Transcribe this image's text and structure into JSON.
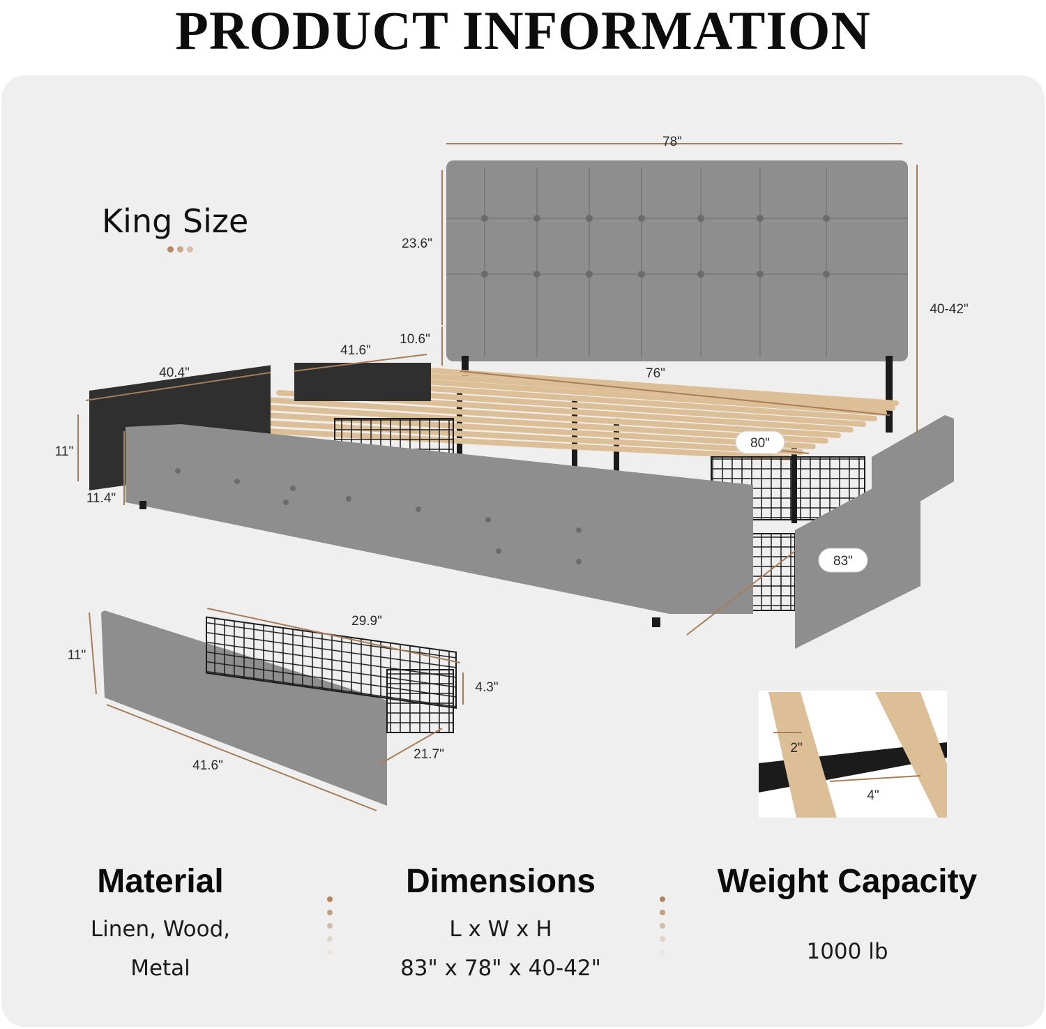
{
  "title": "PRODUCT INFORMATION",
  "size_label": "King Size",
  "dimensions": {
    "headboard_width": "78\"",
    "headboard_height": "23.6\"",
    "total_height": "40-42\"",
    "clearance": "10.6\"",
    "side_rail_1": "40.4\"",
    "side_rail_2": "41.6\"",
    "frame_width": "76\"",
    "inner_length": "80\"",
    "total_length": "83\"",
    "side_height": "11\"",
    "leg_height": "11.4\"",
    "drawer_depth": "29.9\"",
    "drawer_panel_height": "11\"",
    "drawer_basket_height": "4.3\"",
    "drawer_width": "21.7\"",
    "drawer_panel_length": "41.6\"",
    "slat_width": "2\"",
    "slat_gap": "4\""
  },
  "specs": {
    "material": {
      "heading": "Material",
      "line1": "Linen, Wood,",
      "line2": "Metal"
    },
    "dimensions": {
      "heading": "Dimensions",
      "line1": "L x W x H",
      "line2": "83\" x 78\" x 40-42\""
    },
    "weight": {
      "heading": "Weight Capacity",
      "line1": "1000 lb"
    }
  },
  "colors": {
    "fabric": "#8e8e8e",
    "wood": "#ddbf97",
    "metal": "#1b1b1b",
    "accent": "#b58a66"
  }
}
